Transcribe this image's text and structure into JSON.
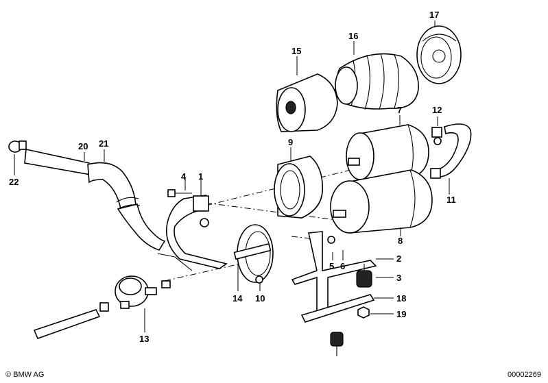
{
  "callouts": {
    "c1": "1",
    "c2": "2",
    "c3": "3",
    "c4": "4",
    "c5": "5",
    "c6": "6",
    "c7": "7",
    "c8": "8",
    "c9": "9",
    "c10": "10",
    "c11": "11",
    "c12": "12",
    "c13": "13",
    "c14": "14",
    "c15": "15",
    "c16": "16",
    "c17": "17",
    "c18": "18",
    "c19": "19",
    "c20": "20",
    "c21": "21",
    "c22": "22"
  },
  "footer": {
    "copyright": "© BMW AG",
    "diagram_id": "00002269"
  }
}
